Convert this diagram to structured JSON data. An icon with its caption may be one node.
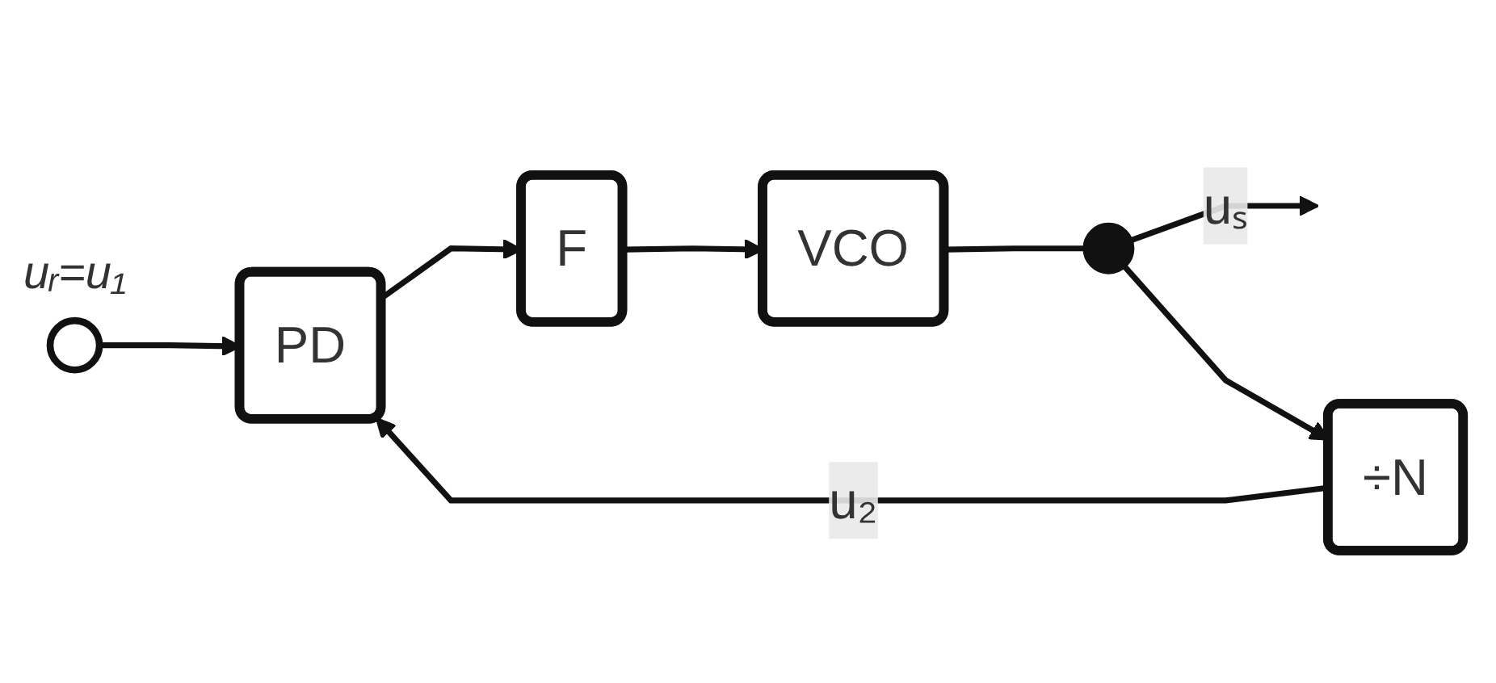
{
  "diagram": {
    "nodes": [
      {
        "text": [],
        "shape": "circle",
        "beside": [
          "uᵣ=u₁"
        ]
      },
      {
        "text": [
          "PD"
        ]
      },
      {
        "text": [
          "F"
        ]
      },
      {
        "text": [
          "VCO"
        ]
      },
      {
        "text": [],
        "shape": "circle"
      },
      {
        "text": [
          "÷N"
        ]
      }
    ],
    "edges": [
      {
        "from": 0,
        "to": 1,
        "arrow": "to"
      },
      {
        "from": 1,
        "to": 2,
        "arrow": "to"
      },
      {
        "from": 2,
        "to": 3,
        "arrow": "to"
      },
      {
        "from": 3,
        "to": 4,
        "arrow": "none"
      },
      {
        "from": 4,
        "to": null,
        "arrow": "to",
        "label": "uₛ"
      },
      {
        "from": 4,
        "to": 5,
        "arrow": "to"
      },
      {
        "from": 5,
        "to": 1,
        "arrow": "to",
        "label": "u₂"
      }
    ]
  }
}
